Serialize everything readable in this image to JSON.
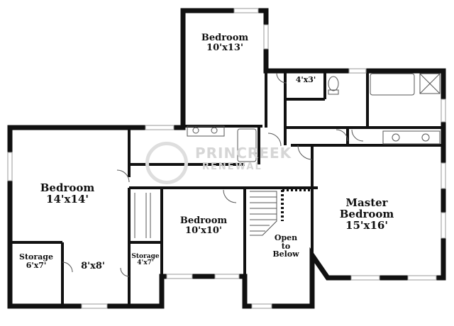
{
  "rooms": {
    "bedroom_top": {
      "name": "Bedroom",
      "size": "10'x13'"
    },
    "bath_small": {
      "size": "4'x3'"
    },
    "bedroom_left": {
      "name": "Bedroom",
      "size": "14'x14'"
    },
    "storage_left": {
      "name": "Storage",
      "size": "6'x7'"
    },
    "closet_left": {
      "size": "8'x8'"
    },
    "storage_mid": {
      "name": "Storage",
      "size": "4'x7'"
    },
    "bedroom_mid": {
      "name": "Bedroom",
      "size": "10'x10'"
    },
    "open_below": {
      "line1": "Open",
      "line2": "to",
      "line3": "Below"
    },
    "master": {
      "line1": "Master",
      "line2": "Bedroom",
      "size": "15'x16'"
    }
  },
  "watermark": {
    "line1": "PRINCREEK",
    "line2": "RENEWAL"
  },
  "colors": {
    "wall": "#111111",
    "fixture": "#555555",
    "window": "#9a9a9a",
    "background": "#ffffff"
  }
}
